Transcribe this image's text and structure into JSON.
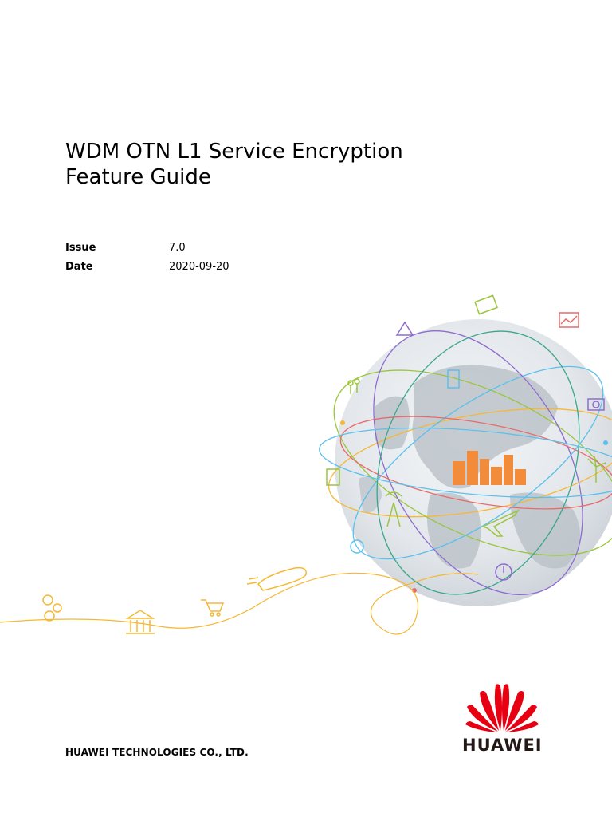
{
  "document": {
    "title_line1": "WDM OTN L1 Service Encryption",
    "title_line2": "Feature Guide",
    "issue_label": "Issue",
    "issue_value": "7.0",
    "date_label": "Date",
    "date_value": "2020-09-20",
    "company": "HUAWEI TECHNOLOGIES CO., LTD."
  },
  "brand": {
    "wordmark": "HUAWEI",
    "logo_color": "#e60012",
    "wordmark_color": "#231815"
  },
  "illustration": {
    "icons": [
      "gears-icon",
      "bank-icon",
      "shopping-cart-icon",
      "train-icon",
      "money-icon",
      "chart-icon",
      "camera-icon",
      "wind-turbine-icon",
      "airplane-icon",
      "power-icon",
      "people-icon",
      "document-icon",
      "signal-tower-icon",
      "fuel-pump-icon",
      "city-buildings-icon"
    ],
    "orbit_colors": [
      "#f7b733",
      "#9bc53d",
      "#5bc0eb",
      "#8e6ccf",
      "#e96a6a",
      "#3aa68b"
    ]
  }
}
